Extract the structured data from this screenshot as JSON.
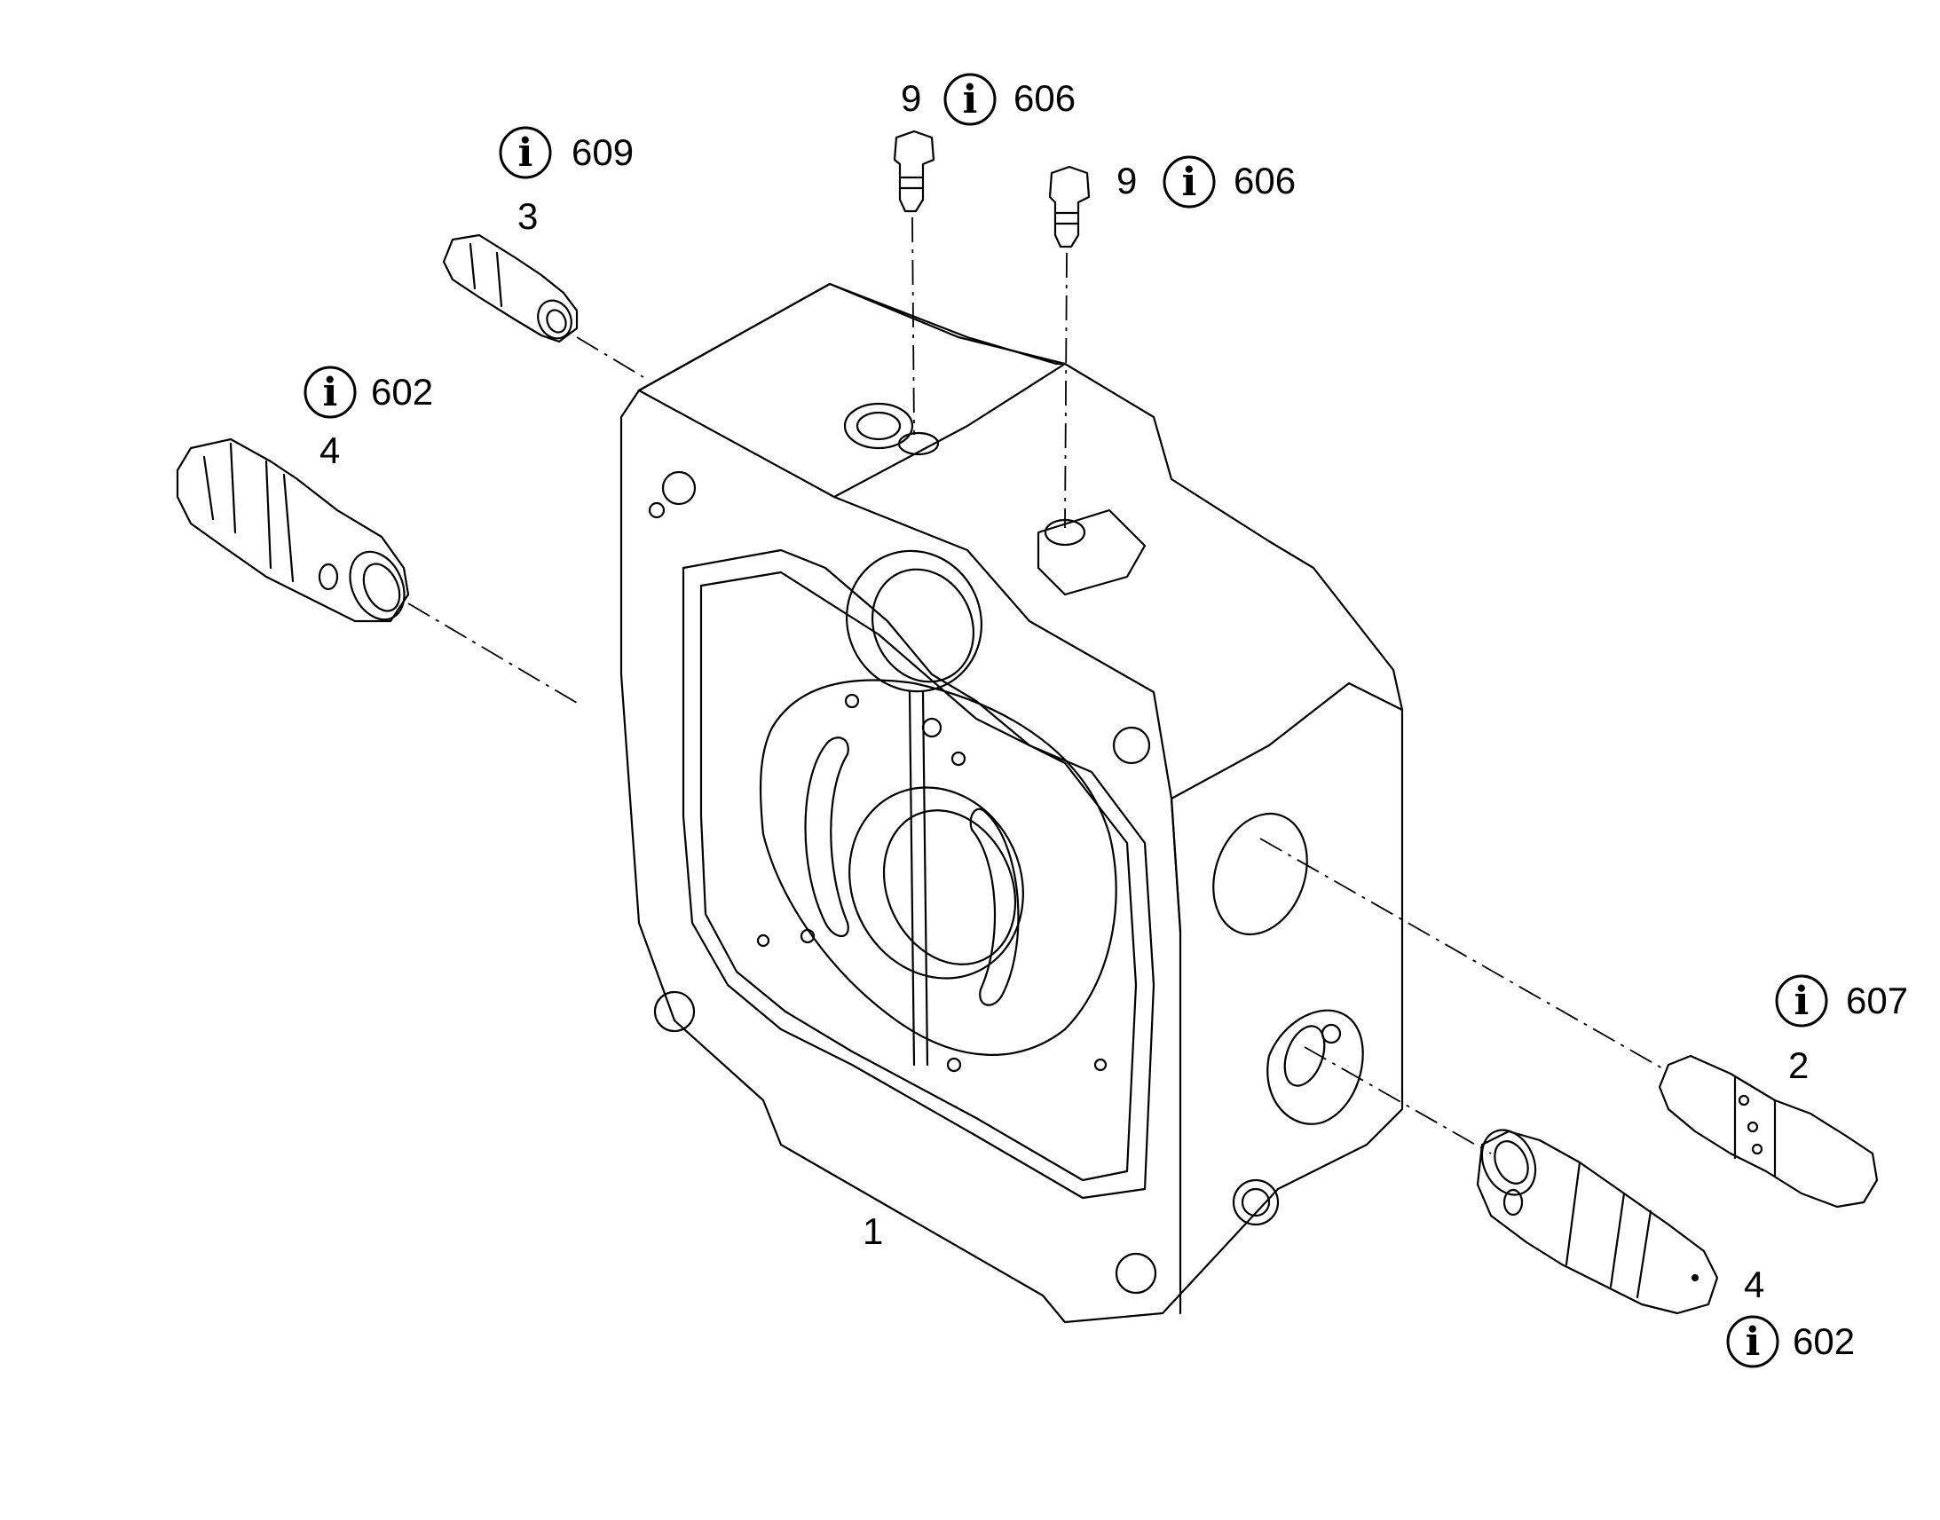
{
  "callouts": {
    "part_1": {
      "number": "1"
    },
    "part_2": {
      "number": "2",
      "info_ref": "607"
    },
    "part_3": {
      "number": "3",
      "info_ref": "609"
    },
    "part_4_left": {
      "number": "4",
      "info_ref": "602"
    },
    "part_4_right": {
      "number": "4",
      "info_ref": "602"
    },
    "part_9_left": {
      "number": "9",
      "info_ref": "606"
    },
    "part_9_right": {
      "number": "9",
      "info_ref": "606"
    }
  },
  "info_icon_glyph": "i",
  "colors": {
    "line": "#000000",
    "background": "#ffffff"
  }
}
